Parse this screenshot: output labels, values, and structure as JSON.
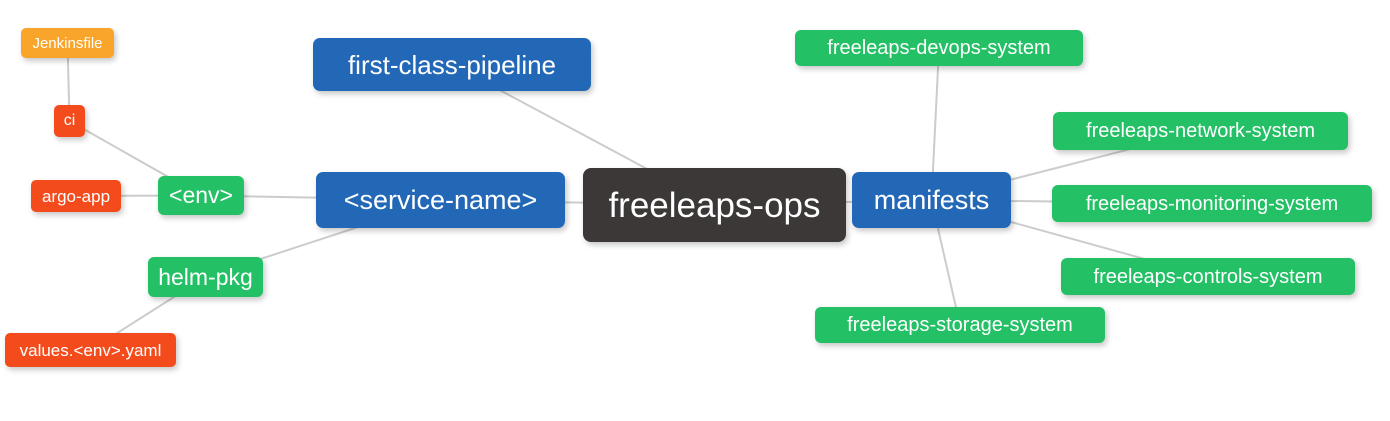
{
  "canvas": {
    "background": "#ffffff",
    "text_color": "#ffffff",
    "edge_color": "#cccccc"
  },
  "mindmap": {
    "edge_color": "#cccccc",
    "nodes": {
      "jenkinsfile": {
        "label": "Jenkinsfile",
        "color": "#f9a52b"
      },
      "ci": {
        "label": "ci",
        "color": "#f44b1c"
      },
      "argo_app": {
        "label": "argo-app",
        "color": "#f44b1c"
      },
      "env": {
        "label": "<env>",
        "color": "#23c065"
      },
      "helm_pkg": {
        "label": "helm-pkg",
        "color": "#23c065"
      },
      "values_env_yaml": {
        "label": "values.<env>.yaml",
        "color": "#f44b1c"
      },
      "first_class_pipeline": {
        "label": "first-class-pipeline",
        "color": "#2368b7"
      },
      "service_name": {
        "label": "<service-name>",
        "color": "#2368b7"
      },
      "freeleaps_ops": {
        "label": "freeleaps-ops",
        "color": "#3b3837"
      },
      "manifests": {
        "label": "manifests",
        "color": "#2368b7"
      },
      "devops_system": {
        "label": "freeleaps-devops-system",
        "color": "#23c065"
      },
      "network_system": {
        "label": "freeleaps-network-system",
        "color": "#23c065"
      },
      "monitoring_system": {
        "label": "freeleaps-monitoring-system",
        "color": "#23c065"
      },
      "controls_system": {
        "label": "freeleaps-controls-system",
        "color": "#23c065"
      },
      "storage_system": {
        "label": "freeleaps-storage-system",
        "color": "#23c065"
      }
    },
    "edges": [
      [
        "jenkinsfile",
        "ci"
      ],
      [
        "ci",
        "env"
      ],
      [
        "argo_app",
        "env"
      ],
      [
        "env",
        "service_name"
      ],
      [
        "helm_pkg",
        "service_name"
      ],
      [
        "values_env_yaml",
        "helm_pkg"
      ],
      [
        "first_class_pipeline",
        "freeleaps_ops"
      ],
      [
        "service_name",
        "freeleaps_ops"
      ],
      [
        "freeleaps_ops",
        "manifests"
      ],
      [
        "manifests",
        "devops_system"
      ],
      [
        "manifests",
        "network_system"
      ],
      [
        "manifests",
        "monitoring_system"
      ],
      [
        "manifests",
        "controls_system"
      ],
      [
        "manifests",
        "storage_system"
      ]
    ]
  }
}
